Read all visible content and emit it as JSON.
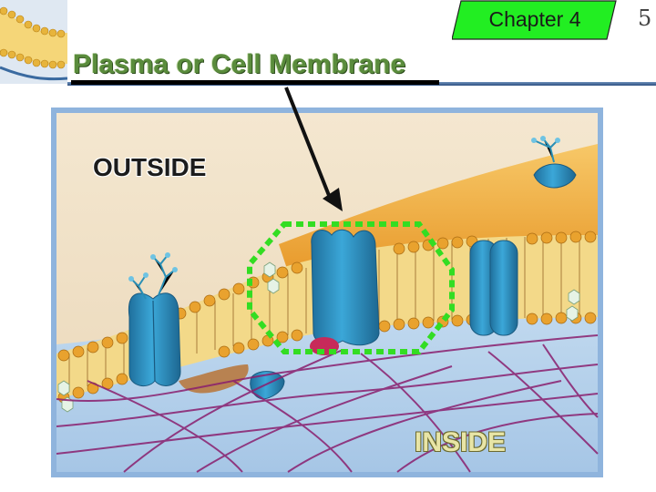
{
  "header": {
    "chapter_label": "Chapter 4",
    "page_number": "5"
  },
  "slide": {
    "title": "Plasma or Cell Membrane"
  },
  "figure": {
    "outside_label": "OUTSIDE",
    "inside_label": "INSIDE"
  },
  "colors": {
    "title_green": "#5a8c3c",
    "chapter_tab_green": "#22ee22",
    "highlight_green": "#33dd22",
    "header_rule_blue": "#2d4f82",
    "protein_blue": "#2f8fbf"
  },
  "icons": {
    "thumbnail": "lipid-bilayer-thumbnail-icon",
    "arrow": "pointer-arrow-icon"
  }
}
